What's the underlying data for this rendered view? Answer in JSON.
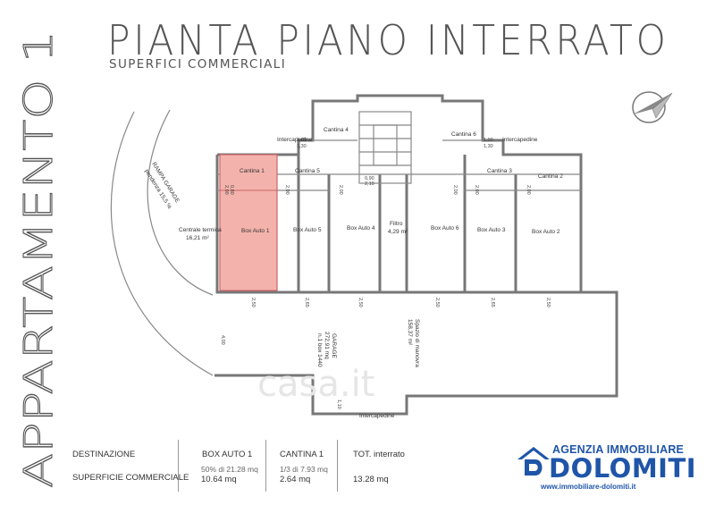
{
  "side_title": "APPARTAMENTO 1",
  "title": "PIANTA PIANO INTERRATO",
  "subtitle": "SUPERFICI COMMERCIALI",
  "plan": {
    "ramp_label": "RAMPA GARAGE",
    "ramp_slope": "pendenza 15,5 %",
    "centrale_termica": "Centrale termica",
    "centrale_termica_area": "16,21 m²",
    "cantina_1": "Cantina 1",
    "box_auto_1": "Box Auto 1",
    "cantina_5": "Cantina 5",
    "cantina_4": "Cantina 4",
    "cantina_6": "Cantina 6",
    "cantina_3": "Cantina 3",
    "cantina_2": "Cantina 2",
    "intercapedine": "Intercapedine",
    "box_auto_5": "Box Auto 5",
    "box_auto_4": "Box Auto 4",
    "box_auto_6": "Box Auto 6",
    "box_auto_3": "Box Auto 3",
    "box_auto_2": "Box Auto 2",
    "filtro": "Filtro",
    "filtro_area": "4,29 m²",
    "garage": "GARAGE",
    "garage_area": "272,91 mq",
    "garage_note": "n.1 box 1440",
    "manovra": "Spazio di manovra",
    "manovra_area": "158,37 m²",
    "dim_100": "1,00",
    "dim_130": "1,30",
    "dim_080": "0,80",
    "dim_200": "2,00",
    "dim_090": "0,90",
    "dim_210": "2,10",
    "dim_250": "2,50",
    "dim_265": "2,65",
    "dim_400": "4,00",
    "dim_110": "1,10",
    "watermark": "casa.it"
  },
  "summary": {
    "destinazione_label": "DESTINAZIONE",
    "superficie_label": "SUPERFICIE COMMERCIALE",
    "box_header": "BOX AUTO 1",
    "box_formula": "50% di 21.28 mq",
    "box_value": "10.64 mq",
    "cantina_header": "CANTINA 1",
    "cantina_formula": "1/3 di 7.93 mq",
    "cantina_value": "2.64 mq",
    "tot_header": "TOT. interrato",
    "tot_value": "13.28 mq"
  },
  "logo": {
    "agency": "AGENZIA IMMOBILIARE",
    "brand": "DOLOMITI",
    "url": "www.immobiliare-dolomiti.it",
    "color": "#1f55a8"
  },
  "colors": {
    "highlight": "#f3b3ac",
    "wall": "#777777"
  }
}
